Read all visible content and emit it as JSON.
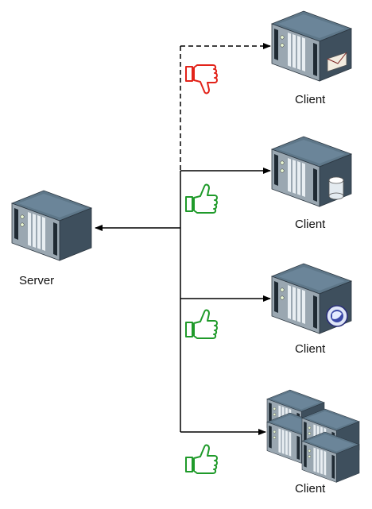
{
  "server": {
    "label": "Server",
    "icon": "server-tower-icon"
  },
  "clients": [
    {
      "label": "Client",
      "icon": "server-tower-icon",
      "badge": "envelope-icon",
      "connection": "dashed",
      "status": "thumbs-down-icon"
    },
    {
      "label": "Client",
      "icon": "server-tower-icon",
      "badge": "database-cylinder-icon",
      "connection": "solid",
      "status": "thumbs-up-icon"
    },
    {
      "label": "Client",
      "icon": "server-tower-icon",
      "badge": "globe-icon",
      "connection": "solid",
      "status": "thumbs-up-icon"
    },
    {
      "label": "Client",
      "icon": "server-cluster-icon",
      "badge": "",
      "connection": "solid",
      "status": "thumbs-up-icon"
    }
  ],
  "colors": {
    "thumbs_down": "#e2231a",
    "thumbs_up": "#1f9a2a",
    "line": "#000000",
    "server_top": "#5e7789",
    "server_front": "#9aa7b1",
    "server_side": "#3e4f5d"
  }
}
